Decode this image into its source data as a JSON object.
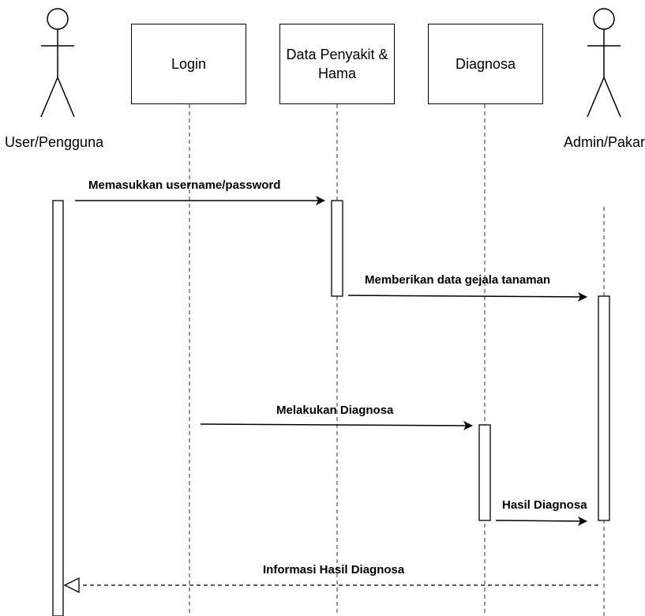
{
  "actors": {
    "user": "User/Pengguna",
    "admin": "Admin/Pakar"
  },
  "lifelines": {
    "login": "Login",
    "data_penyakit_line1": "Data Penyakit &",
    "data_penyakit_line2": "Hama",
    "diagnosa": "Diagnosa"
  },
  "messages": {
    "m1": "Memasukkan username/password",
    "m2": "Memberikan data gejala tanaman",
    "m3": "Melakukan Diagnosa",
    "m4": "Hasil Diagnosa",
    "m5": "Informasi Hasil Diagnosa"
  },
  "colors": {
    "stroke": "#000000",
    "lifeline": "#555555",
    "background": "#ffffff"
  }
}
